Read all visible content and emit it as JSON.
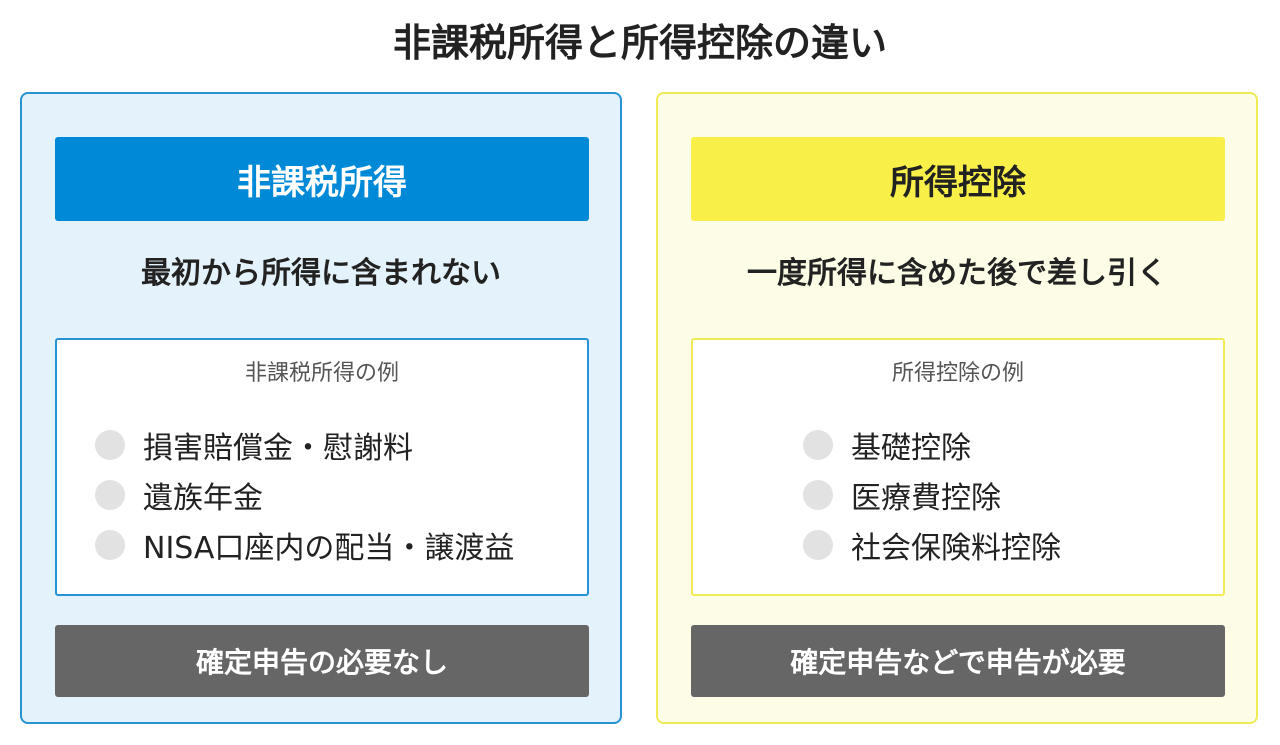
{
  "title": "非課税所得と所得控除の違い",
  "colors": {
    "left_accent": "#0089d6",
    "left_background": "#e3f2fb",
    "right_accent": "#f8ef48",
    "right_background": "#fdfde7",
    "footer": "#666666"
  },
  "left_panel": {
    "header": "非課税所得",
    "subtitle": "最初から所得に含まれない",
    "examples_title": "非課税所得の例",
    "examples": [
      "損害賠償金・慰謝料",
      "遺族年金",
      "NISA口座内の配当・譲渡益"
    ],
    "footer": "確定申告の必要なし"
  },
  "right_panel": {
    "header": "所得控除",
    "subtitle": "一度所得に含めた後で差し引く",
    "examples_title": "所得控除の例",
    "examples": [
      "基礎控除",
      "医療費控除",
      "社会保険料控除"
    ],
    "footer": "確定申告などで申告が必要"
  }
}
